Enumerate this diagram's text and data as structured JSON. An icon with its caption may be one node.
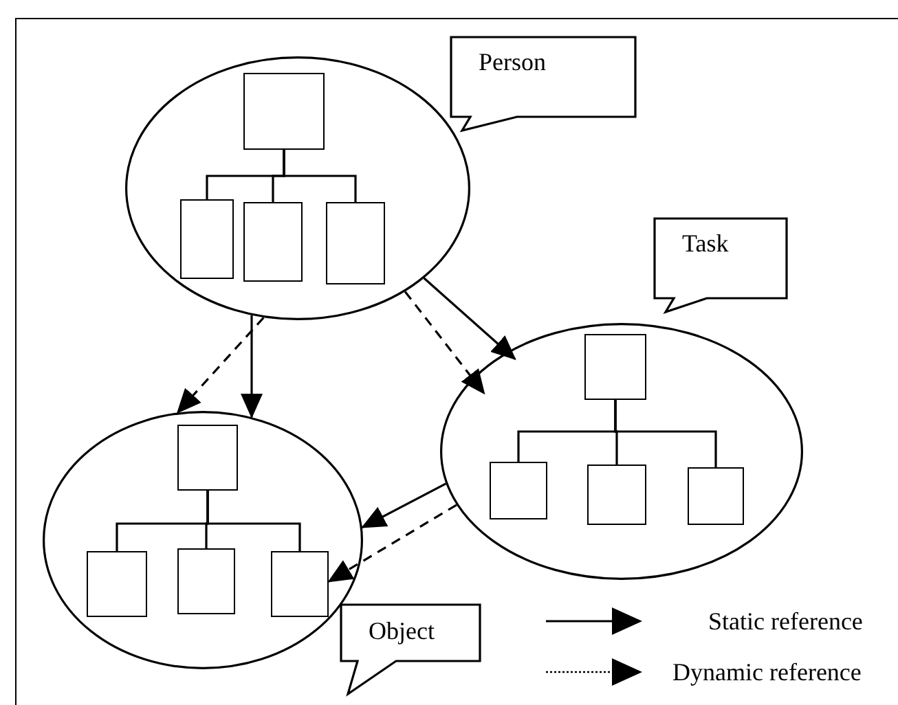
{
  "diagram": {
    "nodes": [
      {
        "text": [
          "Person"
        ]
      },
      {
        "text": [],
        "shape": "ellipse"
      },
      {
        "text": [],
        "shape": "box",
        "in": 1
      },
      {
        "text": [],
        "shape": "box",
        "in": 1
      },
      {
        "text": [],
        "shape": "box",
        "in": 1
      },
      {
        "text": [],
        "shape": "box",
        "in": 1
      },
      {
        "text": [
          "Task"
        ]
      },
      {
        "text": [],
        "shape": "ellipse"
      },
      {
        "text": [],
        "shape": "box",
        "in": 7
      },
      {
        "text": [],
        "shape": "box",
        "in": 7
      },
      {
        "text": [],
        "shape": "box",
        "in": 7
      },
      {
        "text": [],
        "shape": "box",
        "in": 7
      },
      {
        "text": [],
        "shape": "ellipse"
      },
      {
        "text": [],
        "shape": "box",
        "in": 12
      },
      {
        "text": [],
        "shape": "box",
        "in": 12
      },
      {
        "text": [],
        "shape": "box",
        "in": 12
      },
      {
        "text": [],
        "shape": "box",
        "in": 12
      },
      {
        "text": [
          "Object"
        ]
      }
    ],
    "edges": [
      {
        "from": 2,
        "to": 3,
        "arrow": "none"
      },
      {
        "from": 2,
        "to": 4,
        "arrow": "none"
      },
      {
        "from": 2,
        "to": 5,
        "arrow": "none"
      },
      {
        "from": 8,
        "to": 9,
        "arrow": "none"
      },
      {
        "from": 8,
        "to": 10,
        "arrow": "none"
      },
      {
        "from": 8,
        "to": 11,
        "arrow": "none"
      },
      {
        "from": 13,
        "to": 14,
        "arrow": "none"
      },
      {
        "from": 13,
        "to": 15,
        "arrow": "none"
      },
      {
        "from": 13,
        "to": 16,
        "arrow": "none"
      },
      {
        "from": 1,
        "to": 12,
        "arrow": "to",
        "style": "dashed"
      },
      {
        "from": 1,
        "to": 12,
        "arrow": "to"
      },
      {
        "from": 1,
        "to": 7,
        "arrow": "to"
      },
      {
        "from": 1,
        "to": 7,
        "arrow": "to",
        "style": "dashed"
      },
      {
        "from": 7,
        "to": 12,
        "arrow": "to"
      },
      {
        "from": 7,
        "to": 16,
        "arrow": "to",
        "style": "dashed"
      }
    ],
    "legend": [
      {
        "text": "Static reference"
      },
      {
        "text": "Dynamic reference"
      }
    ]
  }
}
